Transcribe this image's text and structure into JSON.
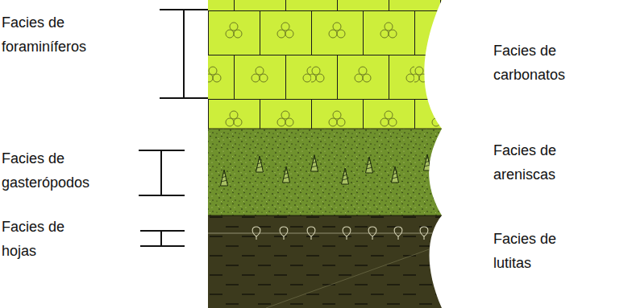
{
  "diagram": {
    "labels": [
      "Facies de foraminíferos",
      "Facies de gasterópodos",
      "Facies de hojas",
      "Facies de carbonatos",
      "Facies de areniscas",
      "Facies de lutitas"
    ]
  }
}
